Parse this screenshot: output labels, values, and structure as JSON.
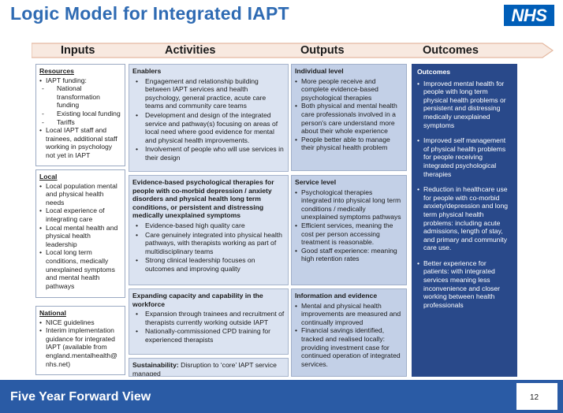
{
  "title": "Logic Model for Integrated IAPT",
  "logo": "NHS",
  "columns": {
    "inputs": "Inputs",
    "activities": "Activities",
    "outputs": "Outputs",
    "outcomes": "Outcomes"
  },
  "inputs": {
    "resources": {
      "heading": "Resources",
      "items": [
        "IAPT funding:",
        "National transformation funding",
        "Existing local funding",
        "Tariffs",
        "Local IAPT staff and trainees, additional staff working in psychology not yet in IAPT"
      ]
    },
    "local": {
      "heading": "Local",
      "items": [
        "Local population mental and physical health needs",
        "Local experience of integrating care",
        "Local mental health and physical health leadership",
        "Local long term conditions, medically unexplained symptoms and mental health pathways"
      ]
    },
    "national": {
      "heading": "National",
      "items": [
        "NICE guidelines",
        "Interim implementation guidance for integrated IAPT (available from england.mentalhealth@ nhs.net)"
      ]
    }
  },
  "activities": {
    "enablers": {
      "heading": "Enablers",
      "items": [
        "Engagement and relationship building between IAPT services and health psychology, general practice, acute care teams and community care teams",
        "Development and design of the integrated service and pathway(s) focusing on areas of local need where good evidence for mental and physical health improvements.",
        "Involvement of people who will use services in their design"
      ]
    },
    "evidence": {
      "heading": "Evidence-based psychological therapies for people with co-morbid depression / anxiety disorders and physical health long term conditions, or persistent and distressing medically unexplained symptoms",
      "items": [
        "Evidence-based high quality care",
        "Care genuinely integrated into physical health pathways, with therapists working as part of multidisciplinary teams",
        "Strong clinical leadership focuses on outcomes and improving quality"
      ]
    },
    "capacity": {
      "heading": "Expanding capacity and capability in the workforce",
      "items": [
        "Expansion through trainees and recruitment of therapists currently working outside IAPT",
        "Nationally-commissioned CPD training for experienced therapists"
      ]
    },
    "sustainability": {
      "label": "Sustainability:",
      "text": "Disruption to ‘core’ IAPT service managed"
    }
  },
  "outputs": {
    "individual": {
      "heading": "Individual level",
      "items": [
        "More people receive and complete evidence-based psychological therapies",
        "Both physical and mental health care professionals involved in a person's care understand more about their whole experience",
        "People better able to manage their physical health problem"
      ]
    },
    "service": {
      "heading": "Service level",
      "items": [
        "Psychological therapies integrated into physical long term conditions / medically unexplained symptoms pathways",
        "Efficient services, meaning the cost per person accessing treatment is reasonable.",
        "Good staff experience: meaning high retention rates"
      ]
    },
    "information": {
      "heading": "Information and evidence",
      "items": [
        "Mental and physical health improvements are measured and continually improved",
        "Financial savings identified, tracked and realised locally: providing investment case for continued operation of integrated services."
      ]
    }
  },
  "outcomes": {
    "heading": "Outcomes",
    "items": [
      "Improved mental health for people with long term physical health problems or persistent and distressing medically unexplained symptoms",
      "Improved self management of physical health problems for people receiving integrated psychological therapies",
      "Reduction in healthcare use for people with co-morbid anxiety/depression and long term physical health problems: including acute admissions, length of stay, and primary and community care use.",
      "Better experience for patients: with integrated services meaning less inconvenience and closer working between health professionals"
    ]
  },
  "footer": {
    "text": "Five Year Forward View",
    "page": "12"
  },
  "colors": {
    "title": "#2f6bb3",
    "nhs_blue": "#005eb8",
    "outcomes_bg": "#29498a",
    "footer_bg": "#2a5ba5",
    "arrow_fill": "#f8e9e0"
  }
}
